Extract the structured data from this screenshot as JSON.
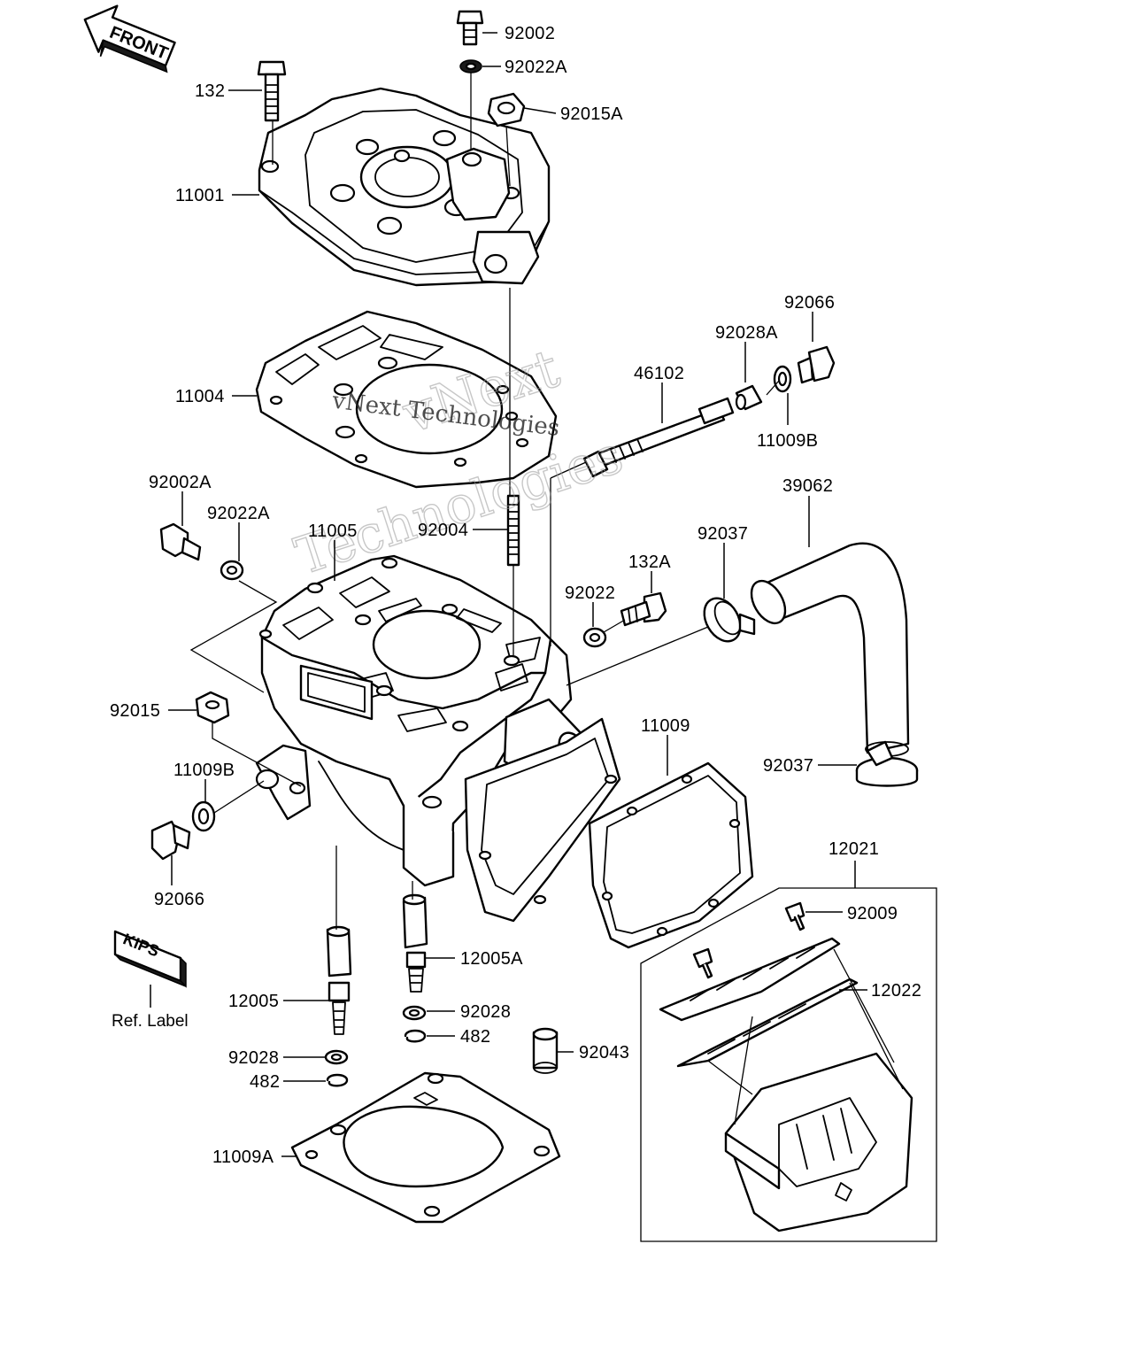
{
  "direction_label": "FRONT",
  "kips_label": "KIPS",
  "ref_label": "Ref. Label",
  "watermark": {
    "line1": "vNext",
    "line2": "Technologies",
    "overlay": "vNext Technologies"
  },
  "callouts": {
    "p92002": "92002",
    "p92022A": "92022A",
    "p132": "132",
    "p92015A": "92015A",
    "p11001": "11001",
    "p92066_top": "92066",
    "p92028A": "92028A",
    "p46102": "46102",
    "p11004": "11004",
    "p11009B_top": "11009B",
    "p39062": "39062",
    "p92002A": "92002A",
    "p92022A_left": "92022A",
    "p11005": "11005",
    "p92004": "92004",
    "p92037_top": "92037",
    "p132A": "132A",
    "p92022": "92022",
    "p92015": "92015",
    "p11009": "11009",
    "p11009B_left": "11009B",
    "p92037_bottom": "92037",
    "p92066_bottom": "92066",
    "p12021": "12021",
    "p92009": "92009",
    "p12005A": "12005A",
    "p12022": "12022",
    "p12005": "12005",
    "p92028_right": "92028",
    "p482_right": "482",
    "p92043": "92043",
    "p92028_left": "92028",
    "p482_left": "482",
    "p11009A": "11009A"
  }
}
